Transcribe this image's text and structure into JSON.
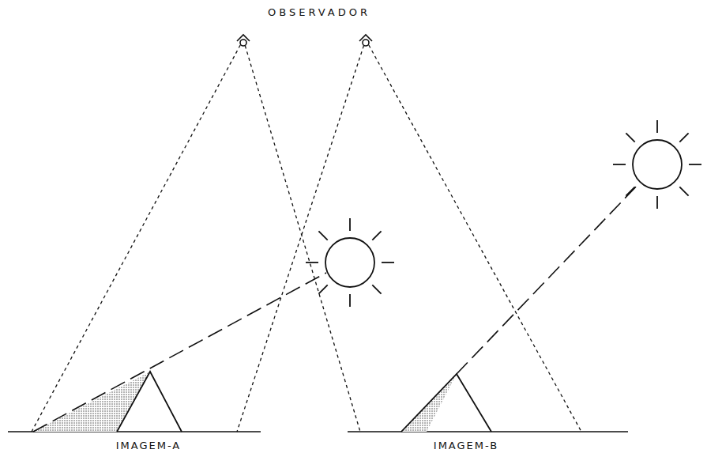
{
  "diagram": {
    "labels": [
      "OBSERVADOR",
      "IMAGEM-A",
      "IMAGEM-B"
    ]
  }
}
